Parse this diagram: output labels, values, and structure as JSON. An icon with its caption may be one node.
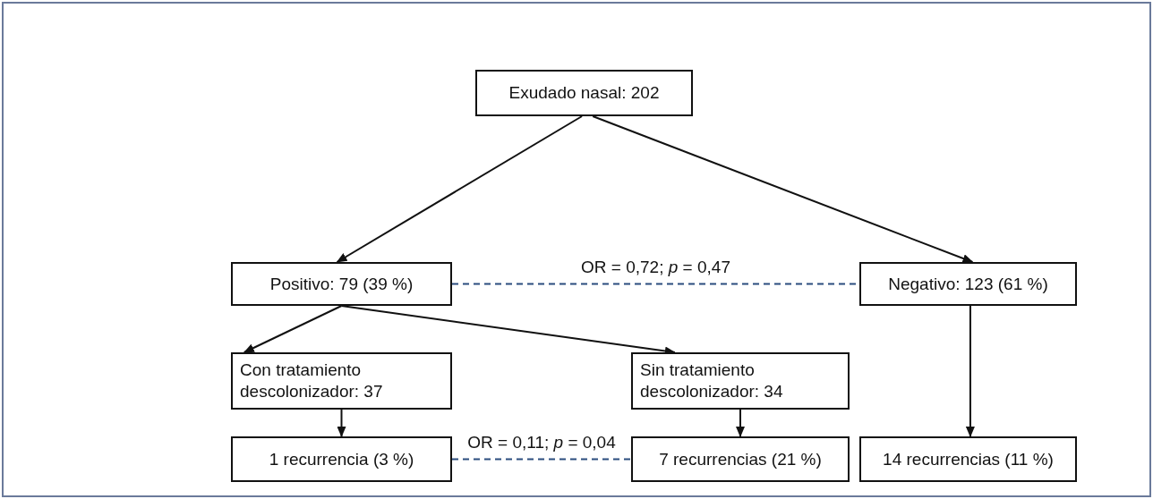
{
  "diagram": {
    "nodes": [
      {
        "text": [
          "Exudado nasal: 202"
        ]
      },
      {
        "text": [
          "Positivo: 79 (39 %)"
        ]
      },
      {
        "text": [
          "Negativo: 123 (61 %)"
        ]
      },
      {
        "text": [
          "Con tratamiento descolonizador: 37"
        ]
      },
      {
        "text": [
          "Sin tratamiento descolonizador: 34"
        ]
      },
      {
        "text": [
          "1 recurrencia (3 %)"
        ]
      },
      {
        "text": [
          "7 recurrencias (21 %)"
        ]
      },
      {
        "text": [
          "14 recurrencias (11 %)"
        ]
      }
    ],
    "edges": [
      {
        "from": 0,
        "to": 1,
        "arrow": "to"
      },
      {
        "from": 0,
        "to": 2,
        "arrow": "to"
      },
      {
        "from": 1,
        "to": 2,
        "arrow": "none",
        "label": "OR = 0,72; *p* = 0,47",
        "style": "dashed",
        "color": "#2b4c7e"
      },
      {
        "from": 1,
        "to": 3,
        "arrow": "to"
      },
      {
        "from": 1,
        "to": 4,
        "arrow": "to"
      },
      {
        "from": 2,
        "to": 7,
        "arrow": "to"
      },
      {
        "from": 3,
        "to": 5,
        "arrow": "to"
      },
      {
        "from": 4,
        "to": 6,
        "arrow": "to"
      },
      {
        "from": 5,
        "to": 6,
        "arrow": "none",
        "label": "OR = 0,11; *p* = 0,04",
        "style": "dashed",
        "color": "#2b4c7e"
      }
    ]
  }
}
